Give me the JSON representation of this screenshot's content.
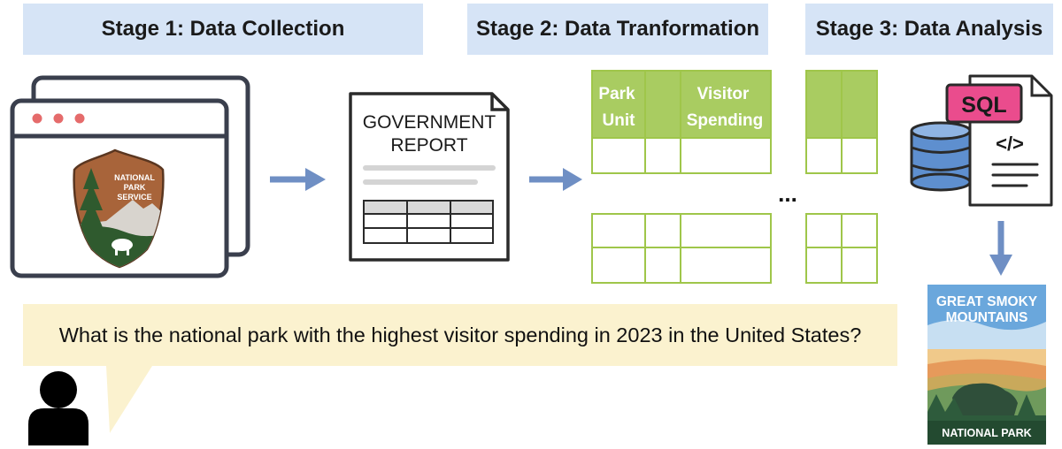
{
  "stages": [
    {
      "label": "Stage 1: Data Collection"
    },
    {
      "label": "Stage 2: Data Tranformation"
    },
    {
      "label": "Stage 3: Data Analysis"
    }
  ],
  "nps_logo": {
    "line1": "NATIONAL",
    "line2": "PARK",
    "line3": "SERVICE"
  },
  "report": {
    "line1": "GOVERNMENT",
    "line2": "REPORT"
  },
  "table": {
    "col1_line1": "Park",
    "col1_line2": "Unit",
    "col2_line1": "Visitor",
    "col2_line2": "Spending",
    "ellipsis": "..."
  },
  "sql_doc": {
    "badge": "SQL",
    "code": "</>"
  },
  "poster": {
    "title_line1": "GREAT SMOKY",
    "title_line2": "MOUNTAINS",
    "footer": "NATIONAL PARK"
  },
  "question": {
    "text": "What is the national park with the highest visitor spending in 2023 in the United States?"
  },
  "colors": {
    "header_bg": "#d6e4f6",
    "arrow": "#6f8fc4",
    "table_green": "#a9cc61",
    "table_border": "#9fc64a",
    "question_bg": "#fbf2cf",
    "sql_pink": "#ea4c8d",
    "db_blue": "#5e8fcf"
  }
}
